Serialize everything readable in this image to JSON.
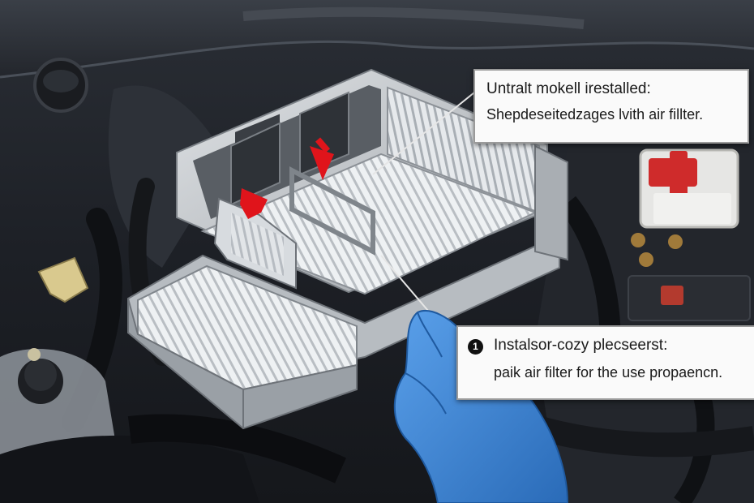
{
  "callouts": {
    "top": {
      "title": "Untralt mokell irestalled:",
      "subtitle": "Shepdeseitedzages lvith air fillter."
    },
    "bottom": {
      "number": "1",
      "title": "Instalsor-cozy plecseerst:",
      "subtitle": "paik air filter for the use propaencn."
    }
  },
  "colors": {
    "engine_bay": "#1c1f24",
    "housing": "#c9ccd0",
    "filter_pleat": "#e8ecef",
    "arrow": "#e0141b",
    "glove": "#3e86d6",
    "callout_bg": "#fafafa"
  }
}
